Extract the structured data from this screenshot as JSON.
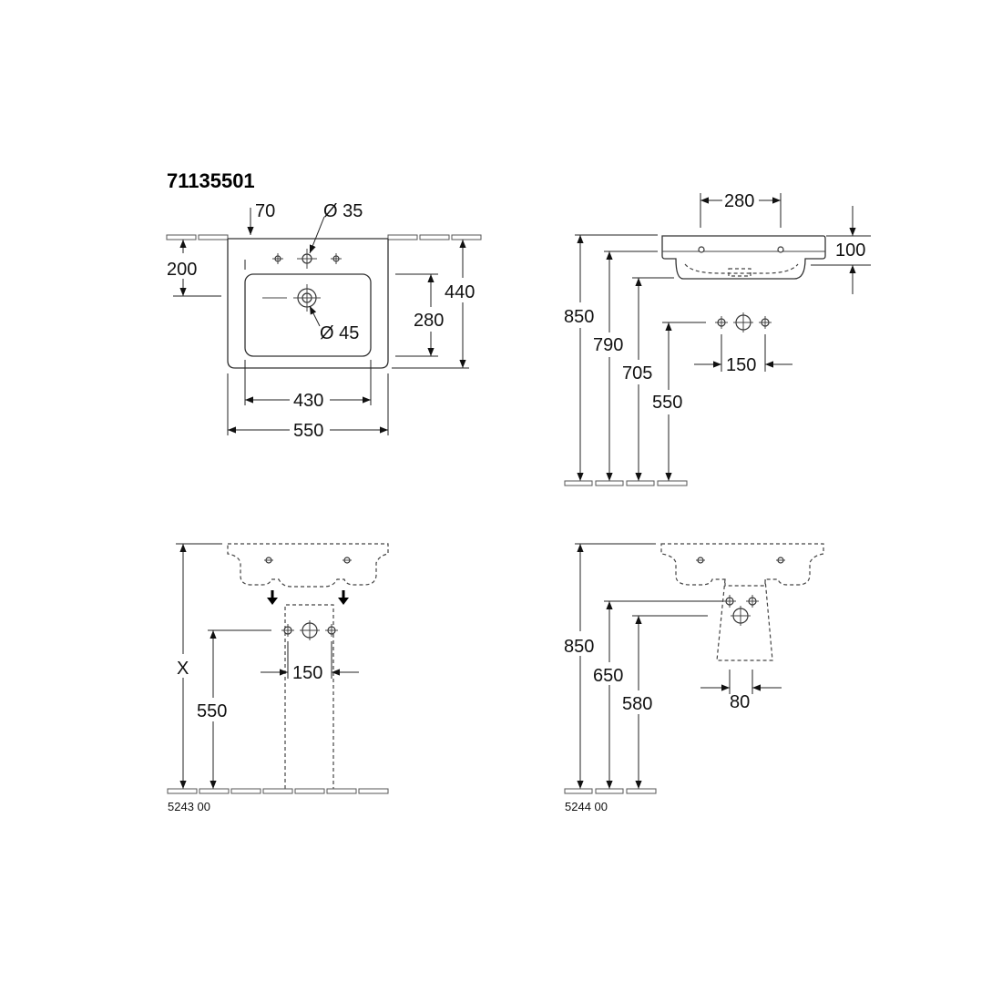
{
  "title": "71135501",
  "views": {
    "top": {
      "dim_tap_offset": "70",
      "dim_tap_hole": "Ø 35",
      "dim_tap_height": "200",
      "dim_depth": "440",
      "dim_bowl_depth": "280",
      "dim_waste": "Ø 45",
      "dim_bowl_width": "430",
      "dim_width": "550"
    },
    "side": {
      "dim_hole_spacing": "280",
      "dim_rim": "100",
      "dim_height": "850",
      "dim_overflow": "790",
      "dim_bottom": "705",
      "dim_outlet": "550",
      "dim_outlet_spacing": "150"
    },
    "pedestal": {
      "dim_x": "X",
      "dim_outlet": "550",
      "dim_outlet_spacing": "150",
      "code": "5243 00"
    },
    "semi_pedestal": {
      "dim_height": "850",
      "dim_top": "650",
      "dim_outlet": "580",
      "dim_spacing": "80",
      "code": "5244 00"
    }
  }
}
